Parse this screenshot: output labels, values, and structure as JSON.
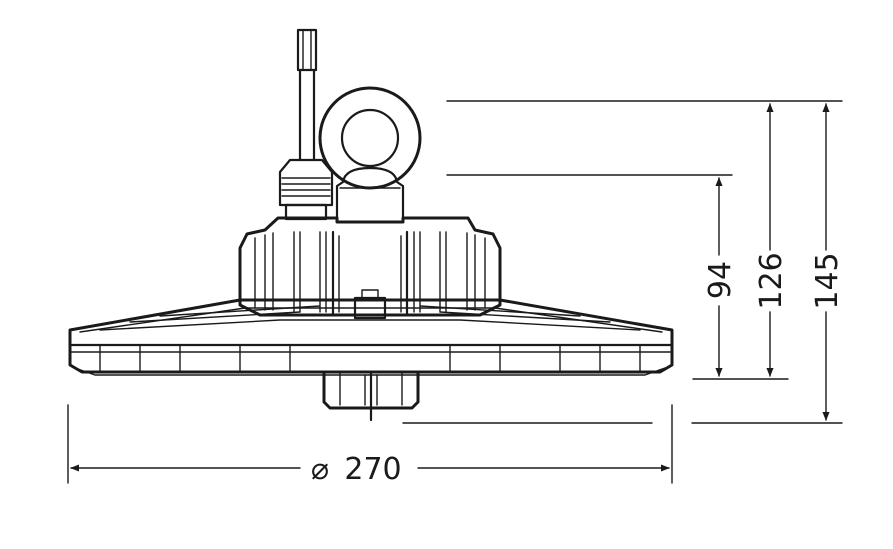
{
  "dimensions": {
    "height_eye_bottom": "94",
    "height_housing": "126",
    "height_total": "145",
    "diameter": "270",
    "diameter_symbol": "⌀"
  },
  "colors": {
    "line": "#1a1a1a",
    "background": "#ffffff"
  }
}
